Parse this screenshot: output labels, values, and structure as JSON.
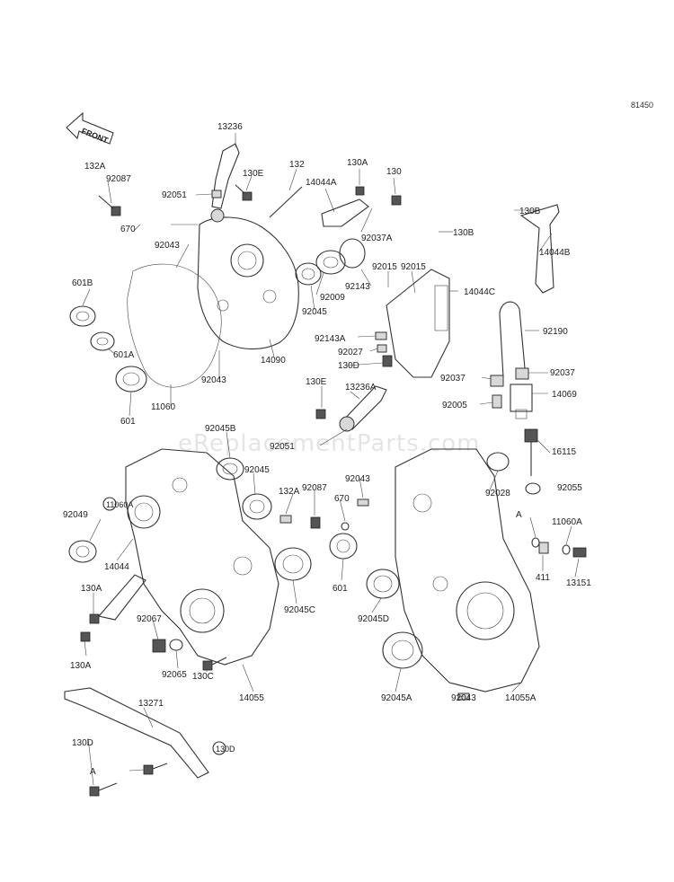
{
  "diagram_code": "81450",
  "direction_label": "FRONT",
  "watermark": "eReplacementParts.com",
  "labels": [
    {
      "id": "l13236",
      "text": "13236"
    },
    {
      "id": "l132a_top",
      "text": "132A"
    },
    {
      "id": "l92087_top",
      "text": "92087"
    },
    {
      "id": "l92051_top",
      "text": "92051"
    },
    {
      "id": "l130e_top",
      "text": "130E"
    },
    {
      "id": "l132",
      "text": "132"
    },
    {
      "id": "l130a_top",
      "text": "130A"
    },
    {
      "id": "l130_top",
      "text": "130"
    },
    {
      "id": "l14044a",
      "text": "14044A"
    },
    {
      "id": "l130b",
      "text": "130B"
    },
    {
      "id": "l670_top",
      "text": "670"
    },
    {
      "id": "l92043_a",
      "text": "92043"
    },
    {
      "id": "l92037a",
      "text": "92037A"
    },
    {
      "id": "l130b_2",
      "text": "130B"
    },
    {
      "id": "l14044b",
      "text": "14044B"
    },
    {
      "id": "l601b",
      "text": "601B"
    },
    {
      "id": "l92015_a",
      "text": "92015"
    },
    {
      "id": "l92015_b",
      "text": "92015"
    },
    {
      "id": "l92143",
      "text": "92143"
    },
    {
      "id": "l14044c",
      "text": "14044C"
    },
    {
      "id": "l92009",
      "text": "92009"
    },
    {
      "id": "l92045_top",
      "text": "92045"
    },
    {
      "id": "l92190",
      "text": "92190"
    },
    {
      "id": "l92143a",
      "text": "92143A"
    },
    {
      "id": "l601a",
      "text": "601A"
    },
    {
      "id": "l92027",
      "text": "92027"
    },
    {
      "id": "l14090",
      "text": "14090"
    },
    {
      "id": "l130d_mid",
      "text": "130D"
    },
    {
      "id": "l92037_r",
      "text": "92037"
    },
    {
      "id": "l92043_b",
      "text": "92043"
    },
    {
      "id": "l92037_m",
      "text": "92037"
    },
    {
      "id": "l130e_mid",
      "text": "130E"
    },
    {
      "id": "l13236a",
      "text": "13236A"
    },
    {
      "id": "l14069",
      "text": "14069"
    },
    {
      "id": "l601_top",
      "text": "601"
    },
    {
      "id": "l11060",
      "text": "11060"
    },
    {
      "id": "l92005",
      "text": "92005"
    },
    {
      "id": "l92045b",
      "text": "92045B"
    },
    {
      "id": "l92051_mid",
      "text": "92051"
    },
    {
      "id": "l16115",
      "text": "16115"
    },
    {
      "id": "l92045_mid",
      "text": "92045"
    },
    {
      "id": "l92043_c",
      "text": "92043"
    },
    {
      "id": "l92028",
      "text": "92028"
    },
    {
      "id": "l92055",
      "text": "92055"
    },
    {
      "id": "l132a_mid",
      "text": "132A"
    },
    {
      "id": "l92087_mid",
      "text": "92087"
    },
    {
      "id": "l670_mid",
      "text": "670"
    },
    {
      "id": "l92049",
      "text": "92049"
    },
    {
      "id": "lA_left",
      "text": "A"
    },
    {
      "id": "l11060a_1",
      "text": "11060A"
    },
    {
      "id": "l11060a_2",
      "text": "11060A"
    },
    {
      "id": "l14044",
      "text": "14044"
    },
    {
      "id": "l601_mid",
      "text": "601"
    },
    {
      "id": "l411",
      "text": "411"
    },
    {
      "id": "l13151",
      "text": "13151"
    },
    {
      "id": "l130a_left",
      "text": "130A"
    },
    {
      "id": "l92045c",
      "text": "92045C"
    },
    {
      "id": "l92045d",
      "text": "92045D"
    },
    {
      "id": "l92067",
      "text": "92067"
    },
    {
      "id": "l130a_bot",
      "text": "130A"
    },
    {
      "id": "l92065",
      "text": "92065"
    },
    {
      "id": "l130c",
      "text": "130C"
    },
    {
      "id": "l14055",
      "text": "14055"
    },
    {
      "id": "l92045a",
      "text": "92045A"
    },
    {
      "id": "l92043_d",
      "text": "92043"
    },
    {
      "id": "l14055a",
      "text": "14055A"
    },
    {
      "id": "l13271",
      "text": "13271"
    },
    {
      "id": "l130d_1",
      "text": "130D"
    },
    {
      "id": "lA_bot",
      "text": "A"
    },
    {
      "id": "l130d_2",
      "text": "130D"
    }
  ]
}
